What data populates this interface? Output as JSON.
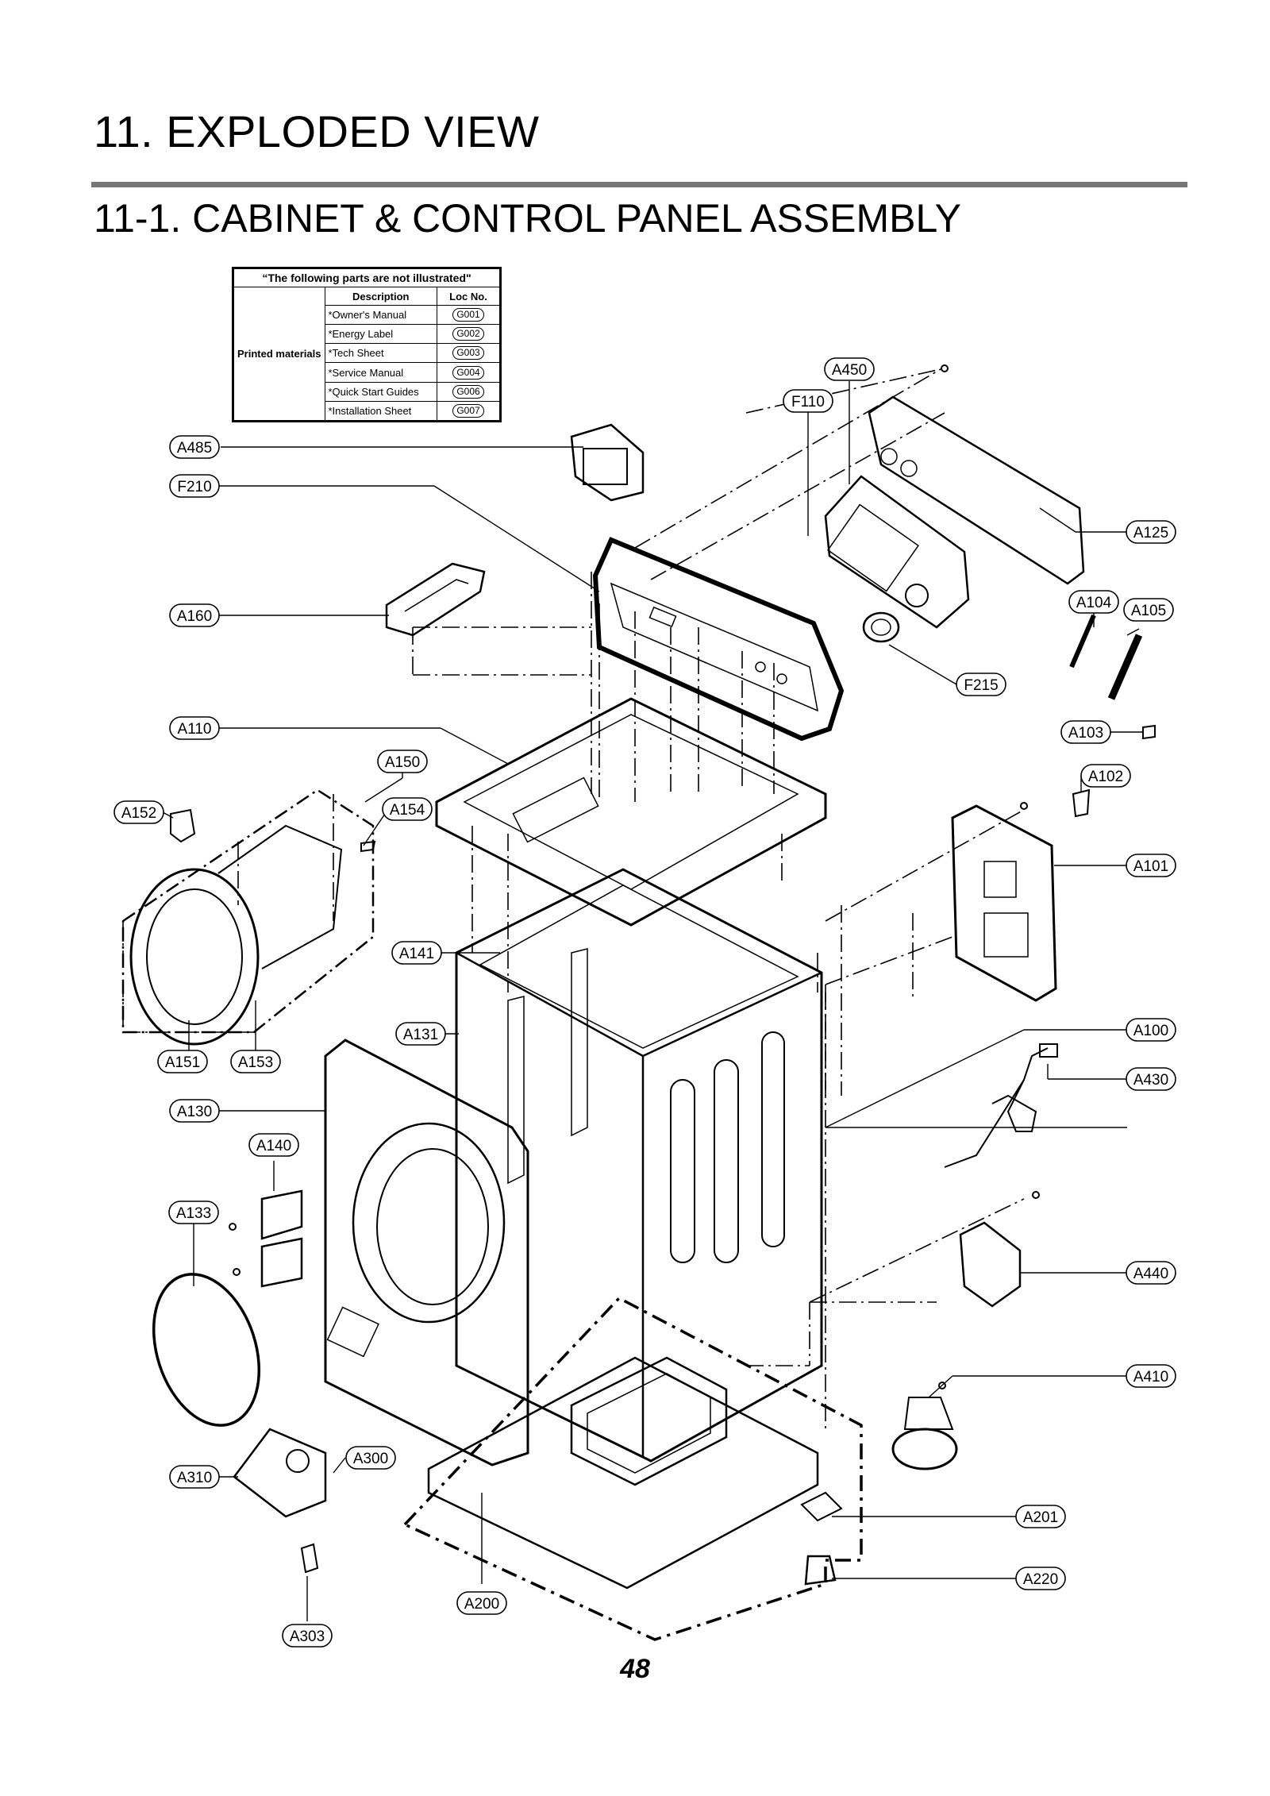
{
  "header": {
    "title": "11. EXPLODED VIEW",
    "subtitle": "11-1. CABINET & CONTROL PANEL ASSEMBLY"
  },
  "notes_table": {
    "caption": "“The following parts are not illustrated\"",
    "col_description": "Description",
    "col_loc": "Loc No.",
    "category": "Printed materials",
    "rows": [
      {
        "description": "*Owner's Manual",
        "loc": "G001"
      },
      {
        "description": "*Energy Label",
        "loc": "G002"
      },
      {
        "description": "*Tech Sheet",
        "loc": "G003"
      },
      {
        "description": "*Service Manual",
        "loc": "G004"
      },
      {
        "description": "*Quick Start Guides",
        "loc": "G006"
      },
      {
        "description": "*Installation Sheet",
        "loc": "G007"
      }
    ]
  },
  "labels": [
    "A485",
    "F210",
    "A450",
    "F110",
    "A125",
    "A160",
    "A104",
    "A105",
    "F215",
    "A110",
    "A103",
    "A150",
    "A102",
    "A152",
    "A154",
    "A101",
    "A141",
    "A131",
    "A100",
    "A151",
    "A153",
    "A430",
    "A130",
    "A140",
    "A133",
    "A440",
    "A410",
    "A300",
    "A310",
    "A201",
    "A220",
    "A200",
    "A303"
  ],
  "page_number": "48"
}
